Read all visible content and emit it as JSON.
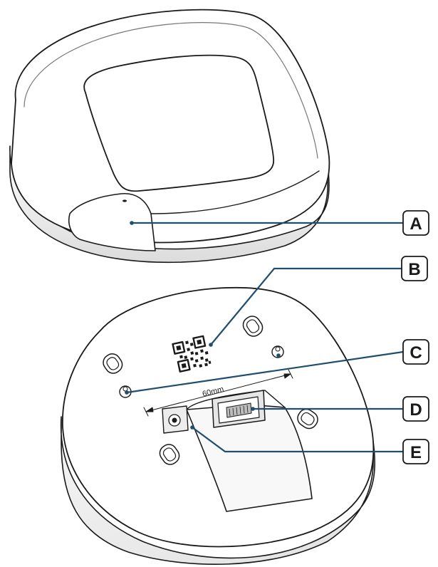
{
  "callouts": {
    "a": "A",
    "b": "B",
    "c": "C",
    "d": "D",
    "e": "E"
  },
  "dimension_label": "60mm",
  "colors": {
    "leader_line": "#1f4e6e",
    "device_outline": "#1a1a1a",
    "device_shade": "#e8e8e8"
  }
}
